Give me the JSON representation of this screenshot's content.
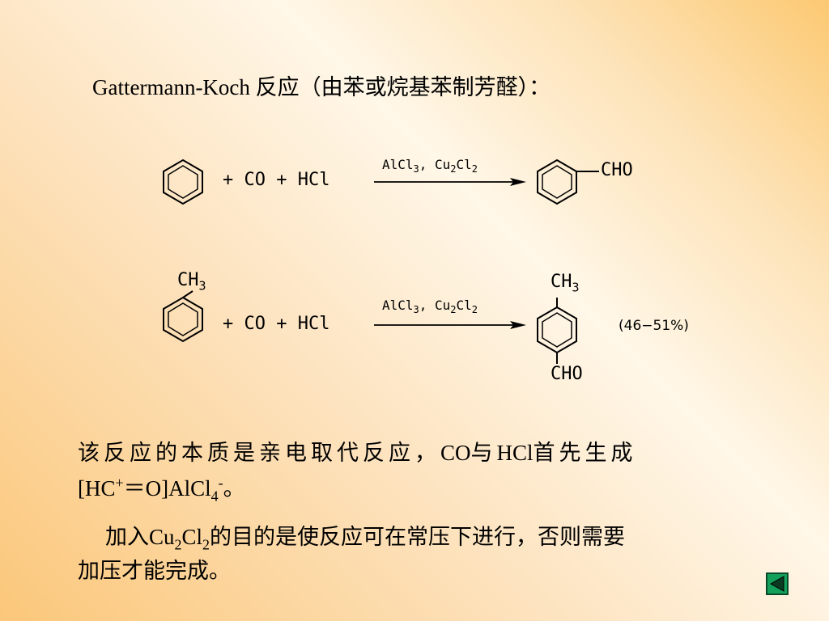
{
  "title": "Gattermann-Koch  反应（由苯或烷基苯制芳醛）：",
  "reaction1": {
    "reagents": "+ CO + HCl",
    "catalyst_parts": [
      "AlCl",
      "3",
      ", Cu",
      "2",
      "Cl",
      "2"
    ],
    "product_group": "CHO"
  },
  "reaction2": {
    "reactant_group": [
      "CH",
      "3"
    ],
    "reagents": "+ CO + HCl",
    "catalyst_parts": [
      "AlCl",
      "3",
      ", Cu",
      "2",
      "Cl",
      "2"
    ],
    "product_top_group": [
      "CH",
      "3"
    ],
    "product_bottom_group": "CHO",
    "yield": "(46−51%)"
  },
  "paragraph1": {
    "line1_a": "该反应的本质是亲电取代反应，",
    "line1_b": "CO",
    "line1_c": "与",
    "line1_d": "HCl",
    "line1_e": "首先生成",
    "line2_a": "[HC",
    "line2_b": "+",
    "line2_c": "＝O]AlCl",
    "line2_d": "4",
    "line2_e": "-",
    "line2_f": "。"
  },
  "paragraph2": {
    "line1_a": "加入",
    "line1_b": "Cu",
    "line1_c": "2",
    "line1_d": "Cl",
    "line1_e": "2",
    "line1_f": "的目的是使反应可在常压下进行，否则需要",
    "line2": "加压才能完成。"
  },
  "nav": {
    "back_icon": "triangle-left-icon",
    "button_color": "#12a05a"
  }
}
